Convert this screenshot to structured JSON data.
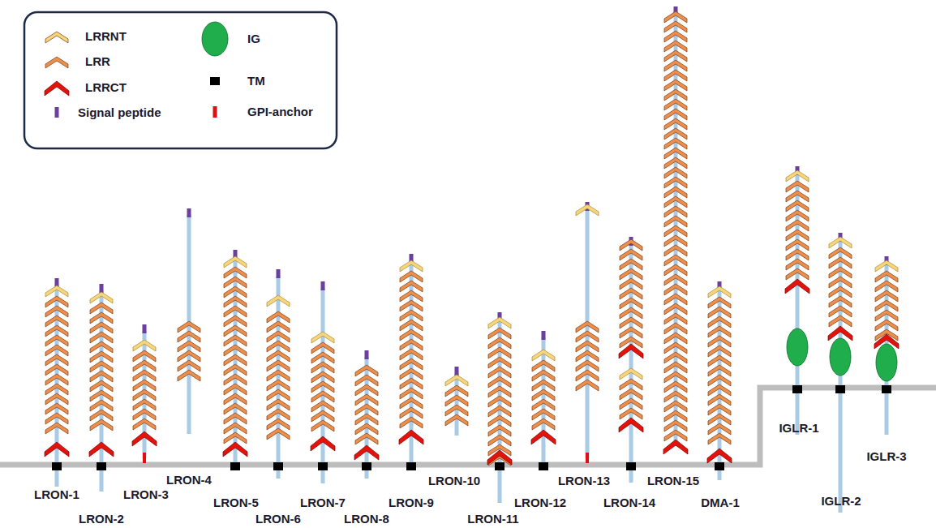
{
  "diagram": {
    "labels": [
      "LRON-1",
      "LRON-2",
      "LRON-3",
      "LRON-4",
      "LRON-5",
      "LRON-6",
      "LRON-7",
      "LRON-8",
      "LRON-9",
      "LRON-10",
      "LRON-11",
      "LRON-12",
      "LRON-13",
      "LRON-14",
      "LRON-15",
      "DMA-1",
      "IGLR-1",
      "IGLR-2",
      "IGLR-3"
    ],
    "legend": [
      {
        "text": "LRRNT"
      },
      {
        "text": "LRR"
      },
      {
        "text": "LRRCT"
      },
      {
        "text": "Signal peptide"
      },
      {
        "text": "IG"
      },
      {
        "text": "TM"
      },
      {
        "text": "GPI-anchor"
      }
    ]
  }
}
